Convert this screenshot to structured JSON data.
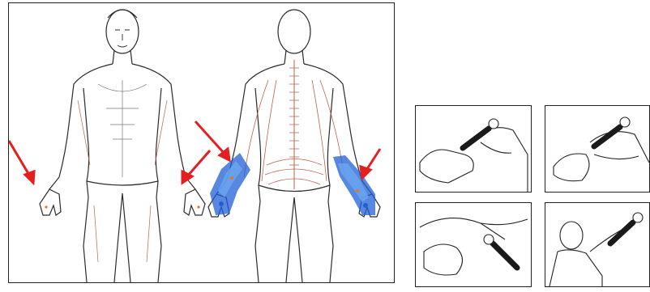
{
  "figure": {
    "panels": [
      {
        "name": "dermatome-body-chart",
        "views": [
          "front",
          "back"
        ]
      },
      {
        "name": "hand-massage-technique-grid",
        "cells": 4
      }
    ],
    "colors": {
      "arrow": "#e41f1f",
      "pain-fill": "#1f5fd6",
      "pain-fill-light": "#6aa5ee",
      "outline": "#2b2b2b",
      "nerve-lines": "#b9644b",
      "tool-handle": "#1a1a1a"
    },
    "icons": [
      "red-arrow-icon",
      "massage-tool-icon"
    ]
  }
}
